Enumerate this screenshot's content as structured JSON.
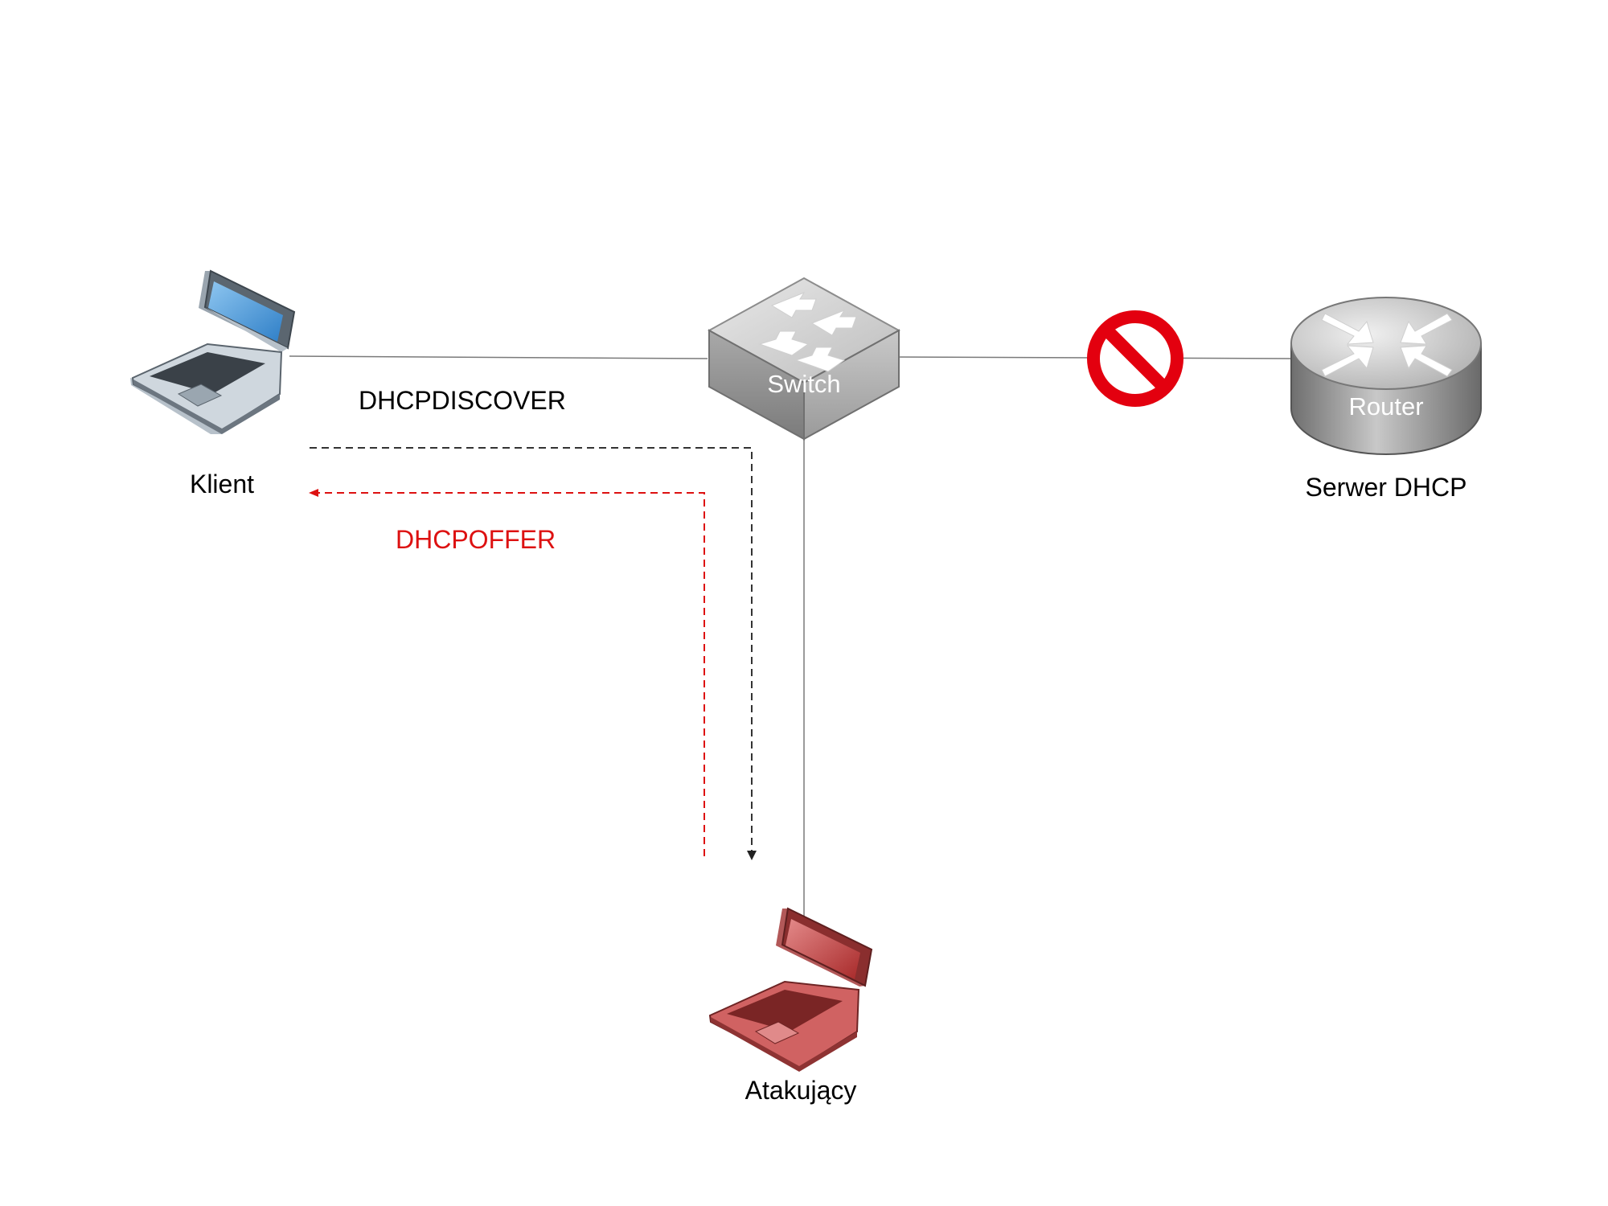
{
  "nodes": {
    "client": {
      "label": "Klient",
      "icon": "laptop-icon",
      "color": "#4a90d9"
    },
    "switch": {
      "label": "Switch",
      "icon": "switch-icon"
    },
    "router": {
      "label": "Router",
      "caption": "Serwer DHCP",
      "icon": "router-icon"
    },
    "attacker": {
      "label": "Atakujący",
      "icon": "laptop-icon",
      "color": "#c94a4a"
    }
  },
  "messages": {
    "discover": {
      "label": "DHCPDISCOVER",
      "color": "#000000"
    },
    "offer": {
      "label": "DHCPOFFER",
      "color": "#dd1111"
    }
  },
  "blocked": {
    "icon": "prohibited-icon",
    "color": "#e3000f"
  }
}
